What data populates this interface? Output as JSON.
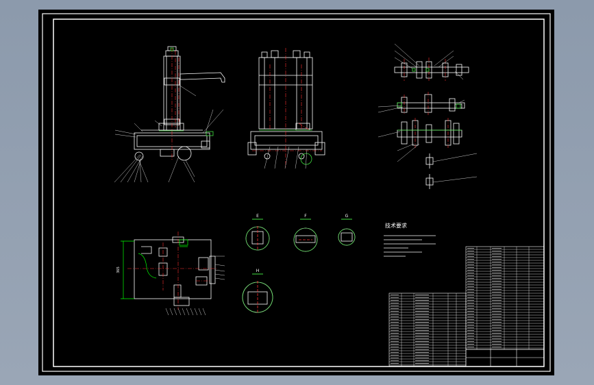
{
  "drawing": {
    "tech_req_title": "技术要求",
    "section_labels": [
      "E",
      "F",
      "G",
      "H"
    ],
    "dimension_text": "365"
  },
  "colors": {
    "background": "#000000",
    "frame": "#ffffff",
    "part_outline": "#ffffff",
    "centerline": "#ff3030",
    "dimension": "#00ff00",
    "leader": "#d0d0d0",
    "highlight": "#40e040"
  }
}
